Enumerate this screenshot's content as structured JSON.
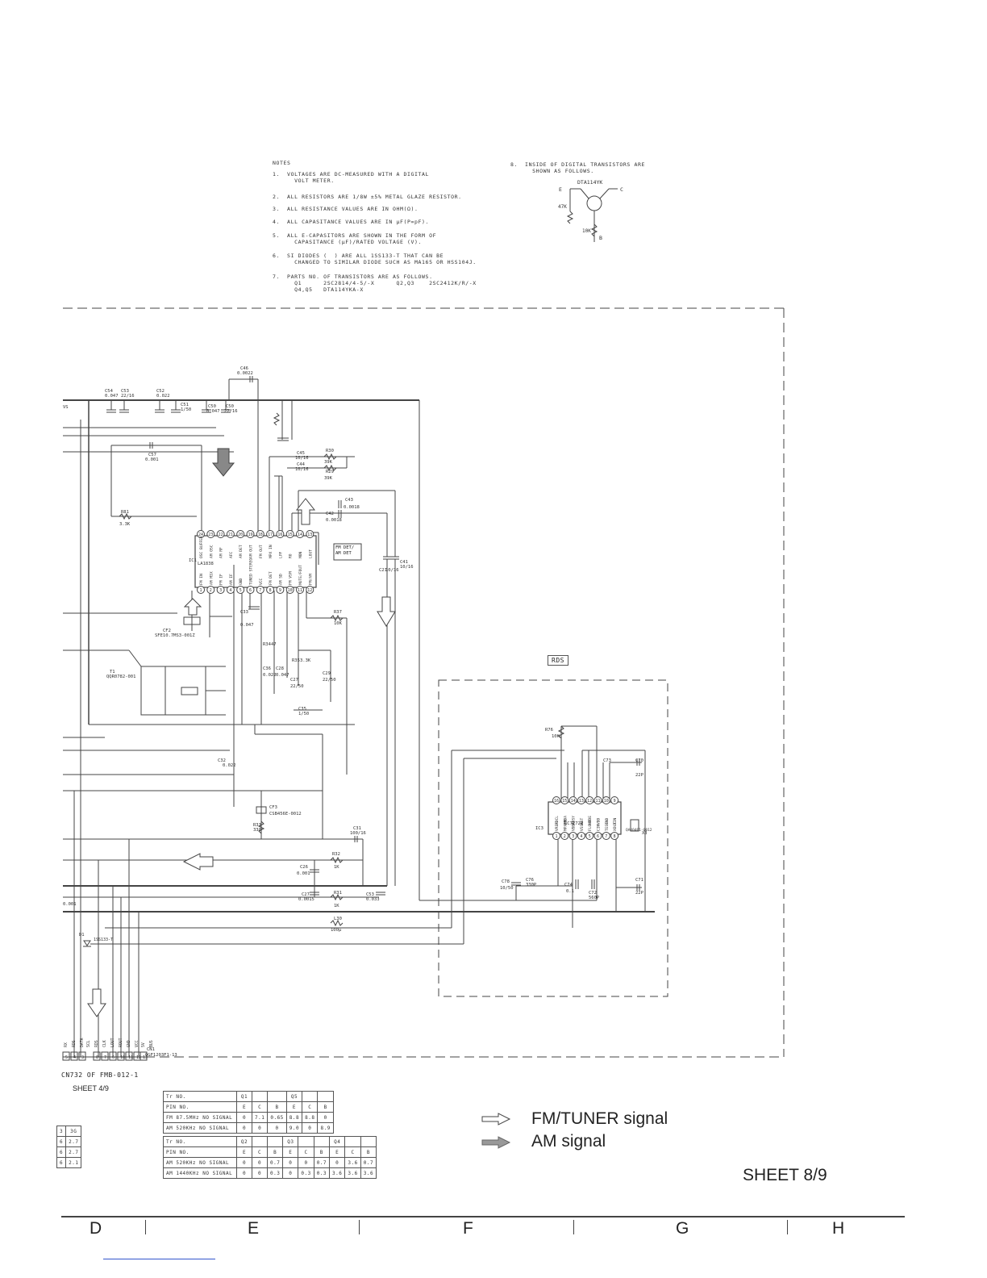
{
  "notes": {
    "heading": "NOTES",
    "items": [
      "1.  VOLTAGES ARE DC-MEASURED WITH A DIGITAL\n      VOLT METER.",
      "2.  ALL RESISTORS ARE 1/8W ±5% METAL GLAZE RESISTOR.",
      "3.  ALL RESISTANCE VALUES ARE IN OHM(Ω).",
      "4.  ALL CAPASITANCE VALUES ARE IN μF(P=pF).",
      "5.  ALL E-CAPASITORS ARE SHOWN IN THE FORM OF\n      CAPASITANCE (μF)/RATED VOLTAGE (V).",
      "6.  SI DIODES (  ) ARE ALL 1SS133-T THAT CAN BE\n      CHANGED TO SIMILAR DIODE SUCH AS MA165 OR HSS104J.",
      "7.  PARTS NO. OF TRANSISTORS ARE AS FOLLOWS.\n      Q1      2SC2814/4-5/-X      Q2,Q3    2SC2412K/R/-X\n      Q4,Q5   DTA114YKA-X"
    ],
    "note8": "8.  INSIDE OF DIGITAL TRANSISTORS ARE\n      SHOWN AS FOLLOWS.",
    "dig_tr": {
      "name": "DTA114YK",
      "e": "E",
      "c": "C",
      "b": "B",
      "r1": "47K",
      "r2": "10K"
    }
  },
  "schematic": {
    "caps_top": [
      "C54",
      "0.047",
      "C53",
      "22/16",
      "C52",
      "0.022",
      "C51",
      "1/50",
      "C50",
      "0.047",
      "C50",
      "22/16",
      "C46",
      "0.0022"
    ],
    "ic1": {
      "name": "IC1",
      "part": "LA1838",
      "top_pins": [
        "24",
        "23",
        "22",
        "21",
        "20",
        "19",
        "18",
        "17",
        "16",
        "15",
        "14",
        "13"
      ],
      "bottom_pins": [
        "1",
        "2",
        "3",
        "4",
        "5",
        "6",
        "7",
        "8",
        "9",
        "10",
        "11",
        "12"
      ],
      "top_labels": [
        "OSC BUFFER",
        "AM OSC",
        "AM RF",
        "AFC",
        "AM DET",
        "AM OUT",
        "FM OUT",
        "MPX IN",
        "LPF",
        "RO",
        "MON",
        "LOUT"
      ],
      "bottom_labels": [
        "FM IN",
        "AM MIX",
        "FM IF",
        "AM IF",
        "GND",
        "TUNED STEREO",
        "VCC",
        "FM DET",
        "AM SD",
        "FM VSM",
        "MUTE/FOUT",
        "FM/AM"
      ],
      "box_label": "FM DET/\nAM DET"
    },
    "ic3": {
      "name": "IC3",
      "part": "LC72723",
      "top_pins": [
        "16",
        "15",
        "14",
        "13",
        "12",
        "11",
        "10",
        "9"
      ],
      "bottom_pins": [
        "1",
        "2",
        "3",
        "4",
        "5",
        "6",
        "7",
        "8"
      ],
      "top_labels": [
        "RDCL",
        "RDDA",
        "RDSY",
        "RST",
        "MODE",
        "VDD",
        "GND",
        "XIN"
      ],
      "bottom_labels": [
        "VREF",
        "MPXIN",
        "VDDA",
        "VSSA",
        "FLOUT",
        "CIN",
        "TEST",
        "XOUT"
      ]
    },
    "rds_label": "RDS",
    "components": [
      "C57",
      "0.001",
      "R81",
      "3.3K",
      "R30",
      "39K",
      "R29",
      "39K",
      "C45",
      "10/16",
      "C44",
      "10/16",
      "C43",
      "0.0018",
      "C42",
      "0.0018",
      "C21",
      "10/16",
      "C41",
      "10/16",
      "R37",
      "10K",
      "CF2",
      "SFE10.7MS3-001Z",
      "C33",
      "0.047",
      "T1",
      "QQR0782-001",
      "R34",
      "47",
      "C36",
      "0.022",
      "C28",
      "0.047",
      "R35",
      "3.3K",
      "C27",
      "22/50",
      "C29",
      "22/50",
      "C35",
      "1/50",
      "C32",
      "0.022",
      "CF3",
      "CSB456E-0012",
      "R33",
      "330",
      "C31",
      "100/16",
      "R32",
      "1K",
      "C26",
      "0.001",
      "C27",
      "0.0015",
      "R31",
      "1K",
      "C53",
      "0.033",
      "L30",
      "100μ",
      "D1",
      "1SS133-T",
      "CN1",
      "QGF1203F1-13",
      "R76",
      "10K",
      "C73",
      "C70",
      "22P",
      "C71",
      "22P",
      "C78",
      "10/50",
      "C76",
      "330P",
      "C74",
      "0.1",
      "C72",
      "560P",
      "X3",
      "QAX0401-0012"
    ],
    "connector_pins": [
      "5",
      "4",
      "3",
      "8",
      "7",
      "6",
      "10",
      "11",
      "12",
      "13"
    ],
    "connector_labels": [
      "RX",
      "RDS",
      "DATA",
      "SCL",
      "RDS",
      "CLK",
      "LOUT",
      "ROUT",
      "GND",
      "VCC",
      "5V",
      "BUS"
    ],
    "connector_caption": "CN732 OF FMB-012-1",
    "left_cut_labels": [
      "VS",
      "0.001"
    ]
  },
  "sheet_ref": "SHEET 4/9",
  "tr_table1": {
    "rows": [
      [
        "Tr NO.",
        "Q1",
        "",
        "",
        "Q5",
        "",
        ""
      ],
      [
        "PIN NO.",
        "E",
        "C",
        "B",
        "E",
        "C",
        "B"
      ],
      [
        "FM 87.5MHz NO SIGNAL",
        "0",
        "7.1",
        "0.65",
        "8.8",
        "8.8",
        "0"
      ],
      [
        "AM 520KHz NO SIGNAL",
        "0",
        "0",
        "0",
        "9.0",
        "0",
        "8.9"
      ]
    ]
  },
  "tr_table2": {
    "rows": [
      [
        "Tr NO.",
        "Q2",
        "",
        "",
        "Q3",
        "",
        "",
        "Q4",
        "",
        ""
      ],
      [
        "PIN NO.",
        "E",
        "C",
        "B",
        "E",
        "C",
        "B",
        "E",
        "C",
        "B"
      ],
      [
        "AM 520KHz NO SIGNAL",
        "0",
        "0",
        "0.7",
        "0",
        "0",
        "0.7",
        "0",
        "3.6",
        "0.7"
      ],
      [
        "AM 1440KHz NO SIGNAL",
        "0",
        "0",
        "0.3",
        "0",
        "0.3",
        "0.3",
        "3.6",
        "3.6",
        "3.6"
      ]
    ]
  },
  "left_cut_table": {
    "rows": [
      [
        "3",
        "3G"
      ],
      [
        "6",
        "2.7"
      ],
      [
        "6",
        "2.7"
      ],
      [
        "6",
        "2.1"
      ]
    ]
  },
  "legend": {
    "fm_label": "FM/TUNER signal",
    "am_label": "AM signal"
  },
  "sheet_label": "SHEET 8/9",
  "zones": [
    "D",
    "E",
    "F",
    "G",
    "H"
  ]
}
